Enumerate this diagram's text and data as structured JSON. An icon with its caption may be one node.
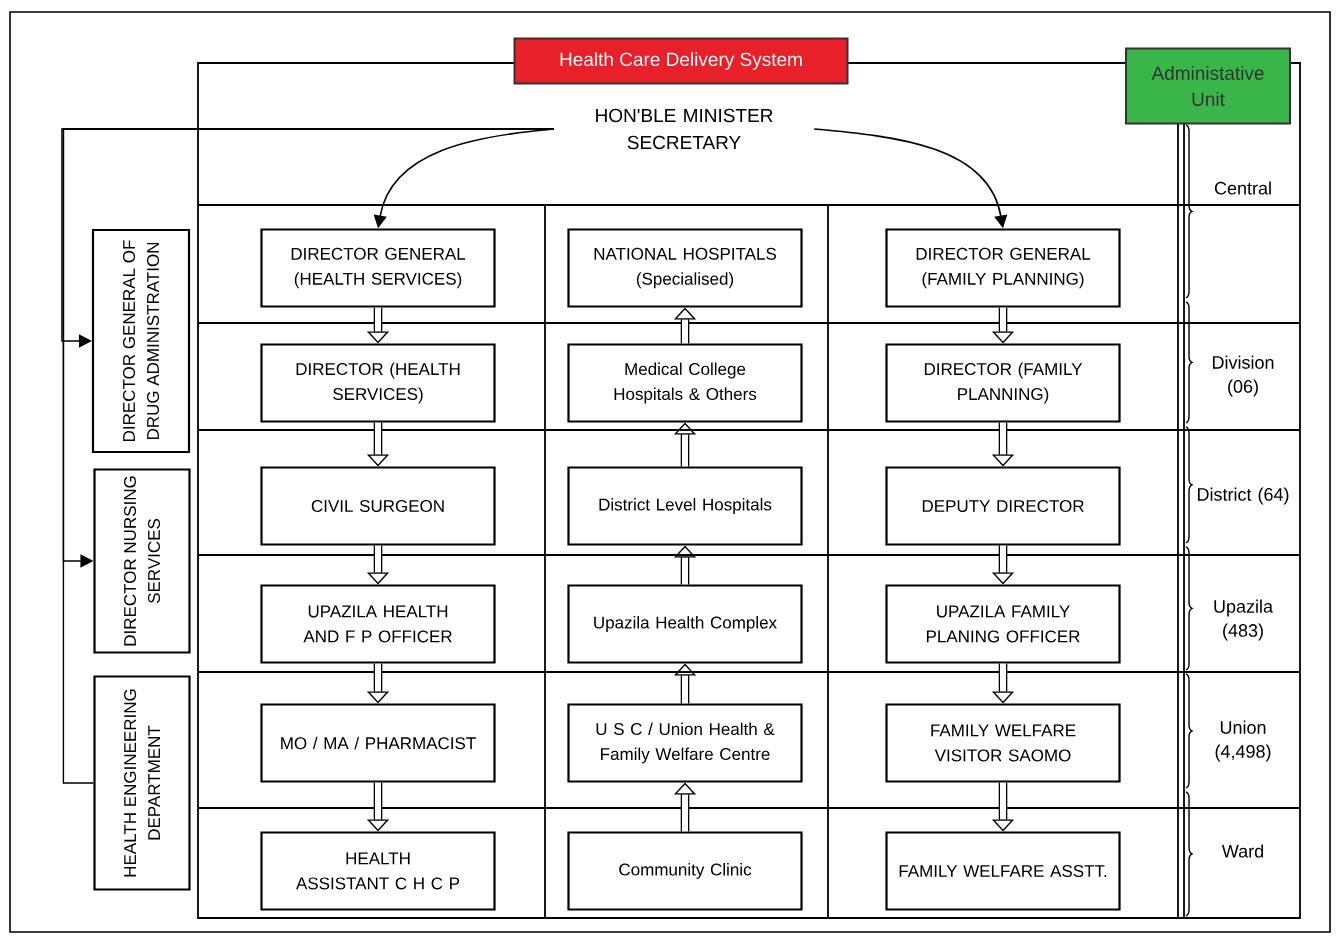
{
  "diagram": {
    "nodes": [
      {
        "text": [
          "Health Care Delivery System"
        ]
      },
      {
        "text": [
          "Administative Unit"
        ]
      },
      {
        "text": [
          "HON'BLE MINISTER SECRETARY"
        ]
      },
      {
        "text": [
          "DIRECTOR GENERAL (HEALTH SERVICES)"
        ]
      },
      {
        "text": [
          "NATIONAL HOSPITALS (Specialised)"
        ]
      },
      {
        "text": [
          "DIRECTOR GENERAL (FAMILY PLANNING)"
        ]
      },
      {
        "text": [
          "DIRECTOR (HEALTH SERVICES)"
        ]
      },
      {
        "text": [
          "Medical College Hospitals & Others"
        ]
      },
      {
        "text": [
          "DIRECTOR (FAMILY PLANNING)"
        ]
      },
      {
        "text": [
          "CIVIL SURGEON"
        ]
      },
      {
        "text": [
          "District Level Hospitals"
        ]
      },
      {
        "text": [
          "DEPUTY DIRECTOR"
        ]
      },
      {
        "text": [
          "UPAZILA HEALTH AND F P OFFICER"
        ]
      },
      {
        "text": [
          "Upazila Health Complex"
        ]
      },
      {
        "text": [
          "UPAZILA FAMILY PLANING OFFICER"
        ]
      },
      {
        "text": [
          "MO / MA / PHARMACIST"
        ]
      },
      {
        "text": [
          "U S C / Union Health & Family Welfare Centre"
        ]
      },
      {
        "text": [
          "FAMILY WELFARE VISITOR SAOMO"
        ]
      },
      {
        "text": [
          "HEALTH ASSISTANT C H C P"
        ]
      },
      {
        "text": [
          "Community Clinic"
        ]
      },
      {
        "text": [
          "FAMILY WELFARE ASSTT."
        ]
      },
      {
        "text": [
          "DIRECTOR GENERAL OF DRUG ADMINISTRATION"
        ]
      },
      {
        "text": [
          "DIRECTOR NURSING SERVICES"
        ]
      },
      {
        "text": [
          "HEALTH ENGINEERING DEPARTMENT"
        ]
      }
    ],
    "edges": [
      {
        "from": 2,
        "to": 3,
        "arrow": "to"
      },
      {
        "from": 2,
        "to": 5,
        "arrow": "to"
      },
      {
        "from": 2,
        "to": 21,
        "arrow": "to"
      },
      {
        "from": 2,
        "to": 22,
        "arrow": "to"
      },
      {
        "from": 2,
        "to": 23,
        "arrow": "none"
      },
      {
        "from": 3,
        "to": 6,
        "arrow": "to"
      },
      {
        "from": 6,
        "to": 9,
        "arrow": "to"
      },
      {
        "from": 9,
        "to": 12,
        "arrow": "to"
      },
      {
        "from": 12,
        "to": 15,
        "arrow": "to"
      },
      {
        "from": 15,
        "to": 18,
        "arrow": "to"
      },
      {
        "from": 7,
        "to": 4,
        "arrow": "to"
      },
      {
        "from": 10,
        "to": 7,
        "arrow": "to"
      },
      {
        "from": 13,
        "to": 10,
        "arrow": "to"
      },
      {
        "from": 16,
        "to": 13,
        "arrow": "to"
      },
      {
        "from": 19,
        "to": 16,
        "arrow": "to"
      },
      {
        "from": 5,
        "to": 8,
        "arrow": "to"
      },
      {
        "from": 8,
        "to": 11,
        "arrow": "to"
      },
      {
        "from": 11,
        "to": 14,
        "arrow": "to"
      },
      {
        "from": 14,
        "to": 17,
        "arrow": "to"
      },
      {
        "from": 17,
        "to": 20,
        "arrow": "to"
      }
    ],
    "labels": [
      "Central",
      "Division (06)",
      "District (64)",
      "Upazila (483)",
      "Union (4,498)",
      "Ward"
    ]
  }
}
